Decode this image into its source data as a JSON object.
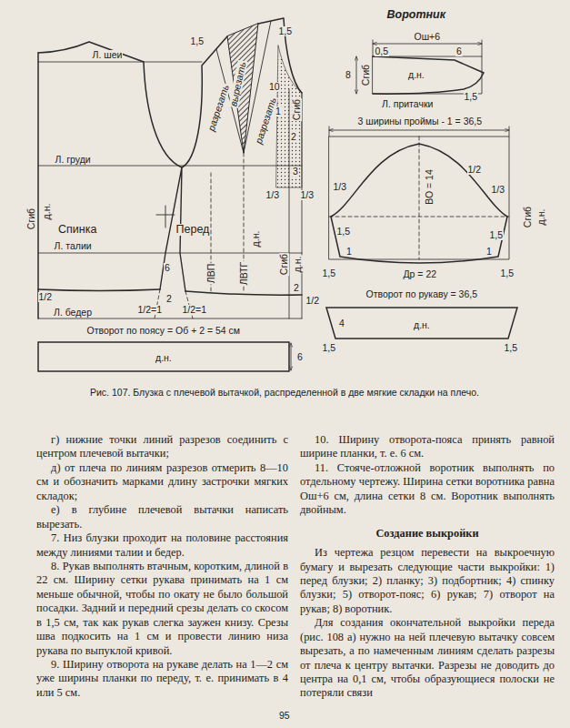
{
  "diagram": {
    "caption": "Рис. 107. Блузка с плечевой вытачкой, распределенной в две мягкие складки на плечо.",
    "nodes": [
      {
        "text": [
          "Отворот по поясу = Об + 2 = 54 см",
          "д.н."
        ]
      },
      {
        "text": [
          "Отворот по рукаву = 36,5",
          "д.н."
        ]
      }
    ],
    "labels": [
      "Л. шеи",
      "1,5",
      "1,5",
      "разрезать",
      "вырезать",
      "разрезать",
      "10",
      "1",
      "2",
      "3",
      "Сгиб",
      "1/3",
      "1/3",
      "Л. груди",
      "Сгиб",
      "д.н.",
      "Спинка",
      "Перед",
      "Л. талии",
      "ЛВП",
      "ЛВТГ",
      "д.н.",
      "6",
      "1/2",
      "2",
      "2",
      "1/2",
      "Сгиб",
      "д.н.",
      "Л. бедер",
      "1/2=1",
      "1/2=1",
      "6",
      "Воротник",
      "Ош+6",
      "0,5",
      "6",
      "Сгиб",
      "8",
      "д.н.",
      "1,5",
      "Л. притачки",
      "3 ширины проймы - 1 = 36,5",
      "1/2",
      "1/3",
      "1/3",
      "ВО = 14",
      "1,5",
      "1,5",
      "1",
      "1",
      "Др = 22",
      "1,5",
      "1,5",
      "Сгиб",
      "д.н.",
      "4",
      "1,5",
      "1,5",
      "95",
      "г) нижние точки линий разрезов соединить с центром плечевой вытачки;",
      "д) от плеча по линиям разрезов отмерить 8—10 см и обозначить марками длину застрочки мягких складок;",
      "е) в глубине плечевой вытачки написать вырезать.",
      "7. Низ блузки проходит на половине расстояния между линиями талии и бедер.",
      "8. Рукав выполнять втачным, коротким, длиной в 22 см. Ширину сетки рукава принимать на 1 см меньше обычной, чтобы по окату не было большой посадки. Задний и передний срезы делать со скосом в 1,5 см, так как рукав слегка заужен книзу. Срезы шва подкосить на 1 см и провести линию низа рукава по выпуклой кривой.",
      "9. Ширину отворота на рукаве делать на 1—2 см уже ширины планки по переду, т. е. принимать в 4 или 5 см.",
      "10. Ширину отворота-пояса принять равной ширине планки, т. е. 6 см.",
      "11. Стояче-отложной воротник выполнять по отдельному чертежу. Ширина сетки воротника равна Ош+6 см, длина сетки 8 см. Воротник выполнять двойным.",
      "Создание выкройки",
      "Из чертежа резцом перевести на выкроечную бумагу и вырезать следующие части выкройки: 1) перед блузки; 2) планку; 3) подбортник; 4) спинку блузки; 5) отворот-пояс; 6) рукав; 7) отворот на рукав; 8) воротник.",
      "Для создания окончательной выкройки переда (рис. 108 а) нужно на ней плечевую вытачку совсем вырезать, а по намеченным линиям сделать разрезы от плеча к центру вытачки. Разрезы не доводить до центра на 0,1 см, чтобы образующиеся полоски не потеряли связи"
    ]
  }
}
